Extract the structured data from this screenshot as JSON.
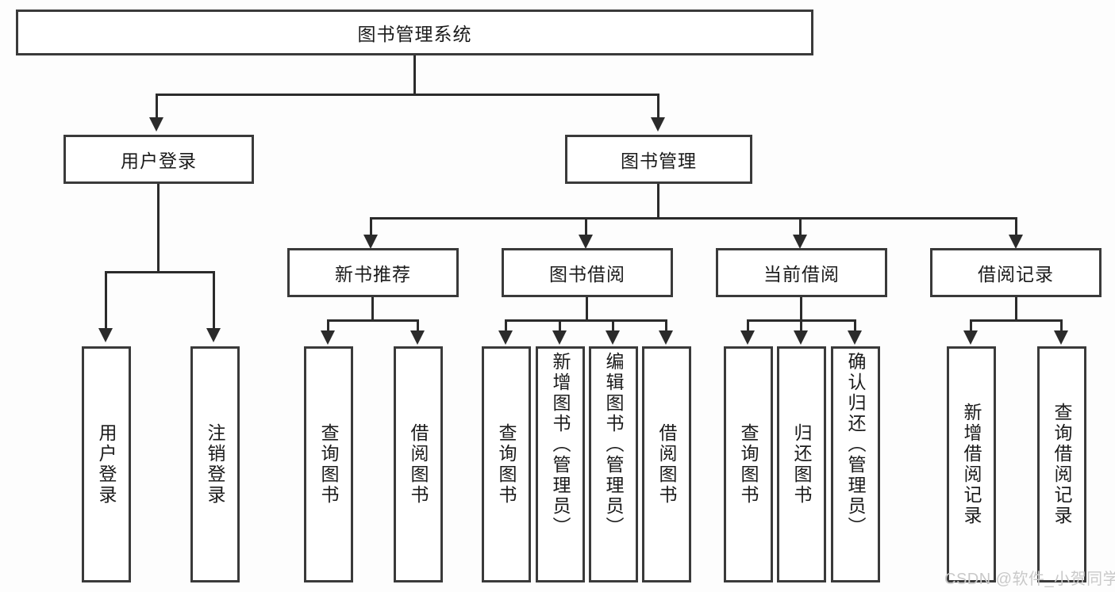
{
  "diagram": {
    "title": "图书管理系统",
    "type": "tree-hierarchy-diagram",
    "watermark": "CSDN @软件_小贺同学",
    "colors": {
      "background": "#fdfdfd",
      "box_border": "#3a3a3a",
      "box_fill": "#ffffff",
      "connector": "#2b2b2b",
      "text": "#1b1b1b",
      "watermark": "#c9c9c9"
    },
    "root": {
      "label": "图书管理系统"
    },
    "level2": [
      {
        "label": "用户登录"
      },
      {
        "label": "图书管理"
      }
    ],
    "level3": [
      {
        "label": "新书推荐"
      },
      {
        "label": "图书借阅"
      },
      {
        "label": "当前借阅"
      },
      {
        "label": "借阅记录"
      }
    ],
    "leaves": {
      "user_login": [
        {
          "label": "用户登录"
        },
        {
          "label": "注销登录"
        }
      ],
      "new_book_recommend": [
        {
          "label": "查询图书"
        },
        {
          "label": "借阅图书"
        }
      ],
      "book_borrow": [
        {
          "label": "查询图书"
        },
        {
          "label": "新增图书（管理员）"
        },
        {
          "label": "编辑图书（管理员）"
        },
        {
          "label": "借阅图书"
        }
      ],
      "current_borrow": [
        {
          "label": "查询图书"
        },
        {
          "label": "归还图书"
        },
        {
          "label": "确认归还（管理员）"
        }
      ],
      "borrow_record": [
        {
          "label": "新增借阅记录"
        },
        {
          "label": "查询借阅记录"
        }
      ]
    }
  }
}
